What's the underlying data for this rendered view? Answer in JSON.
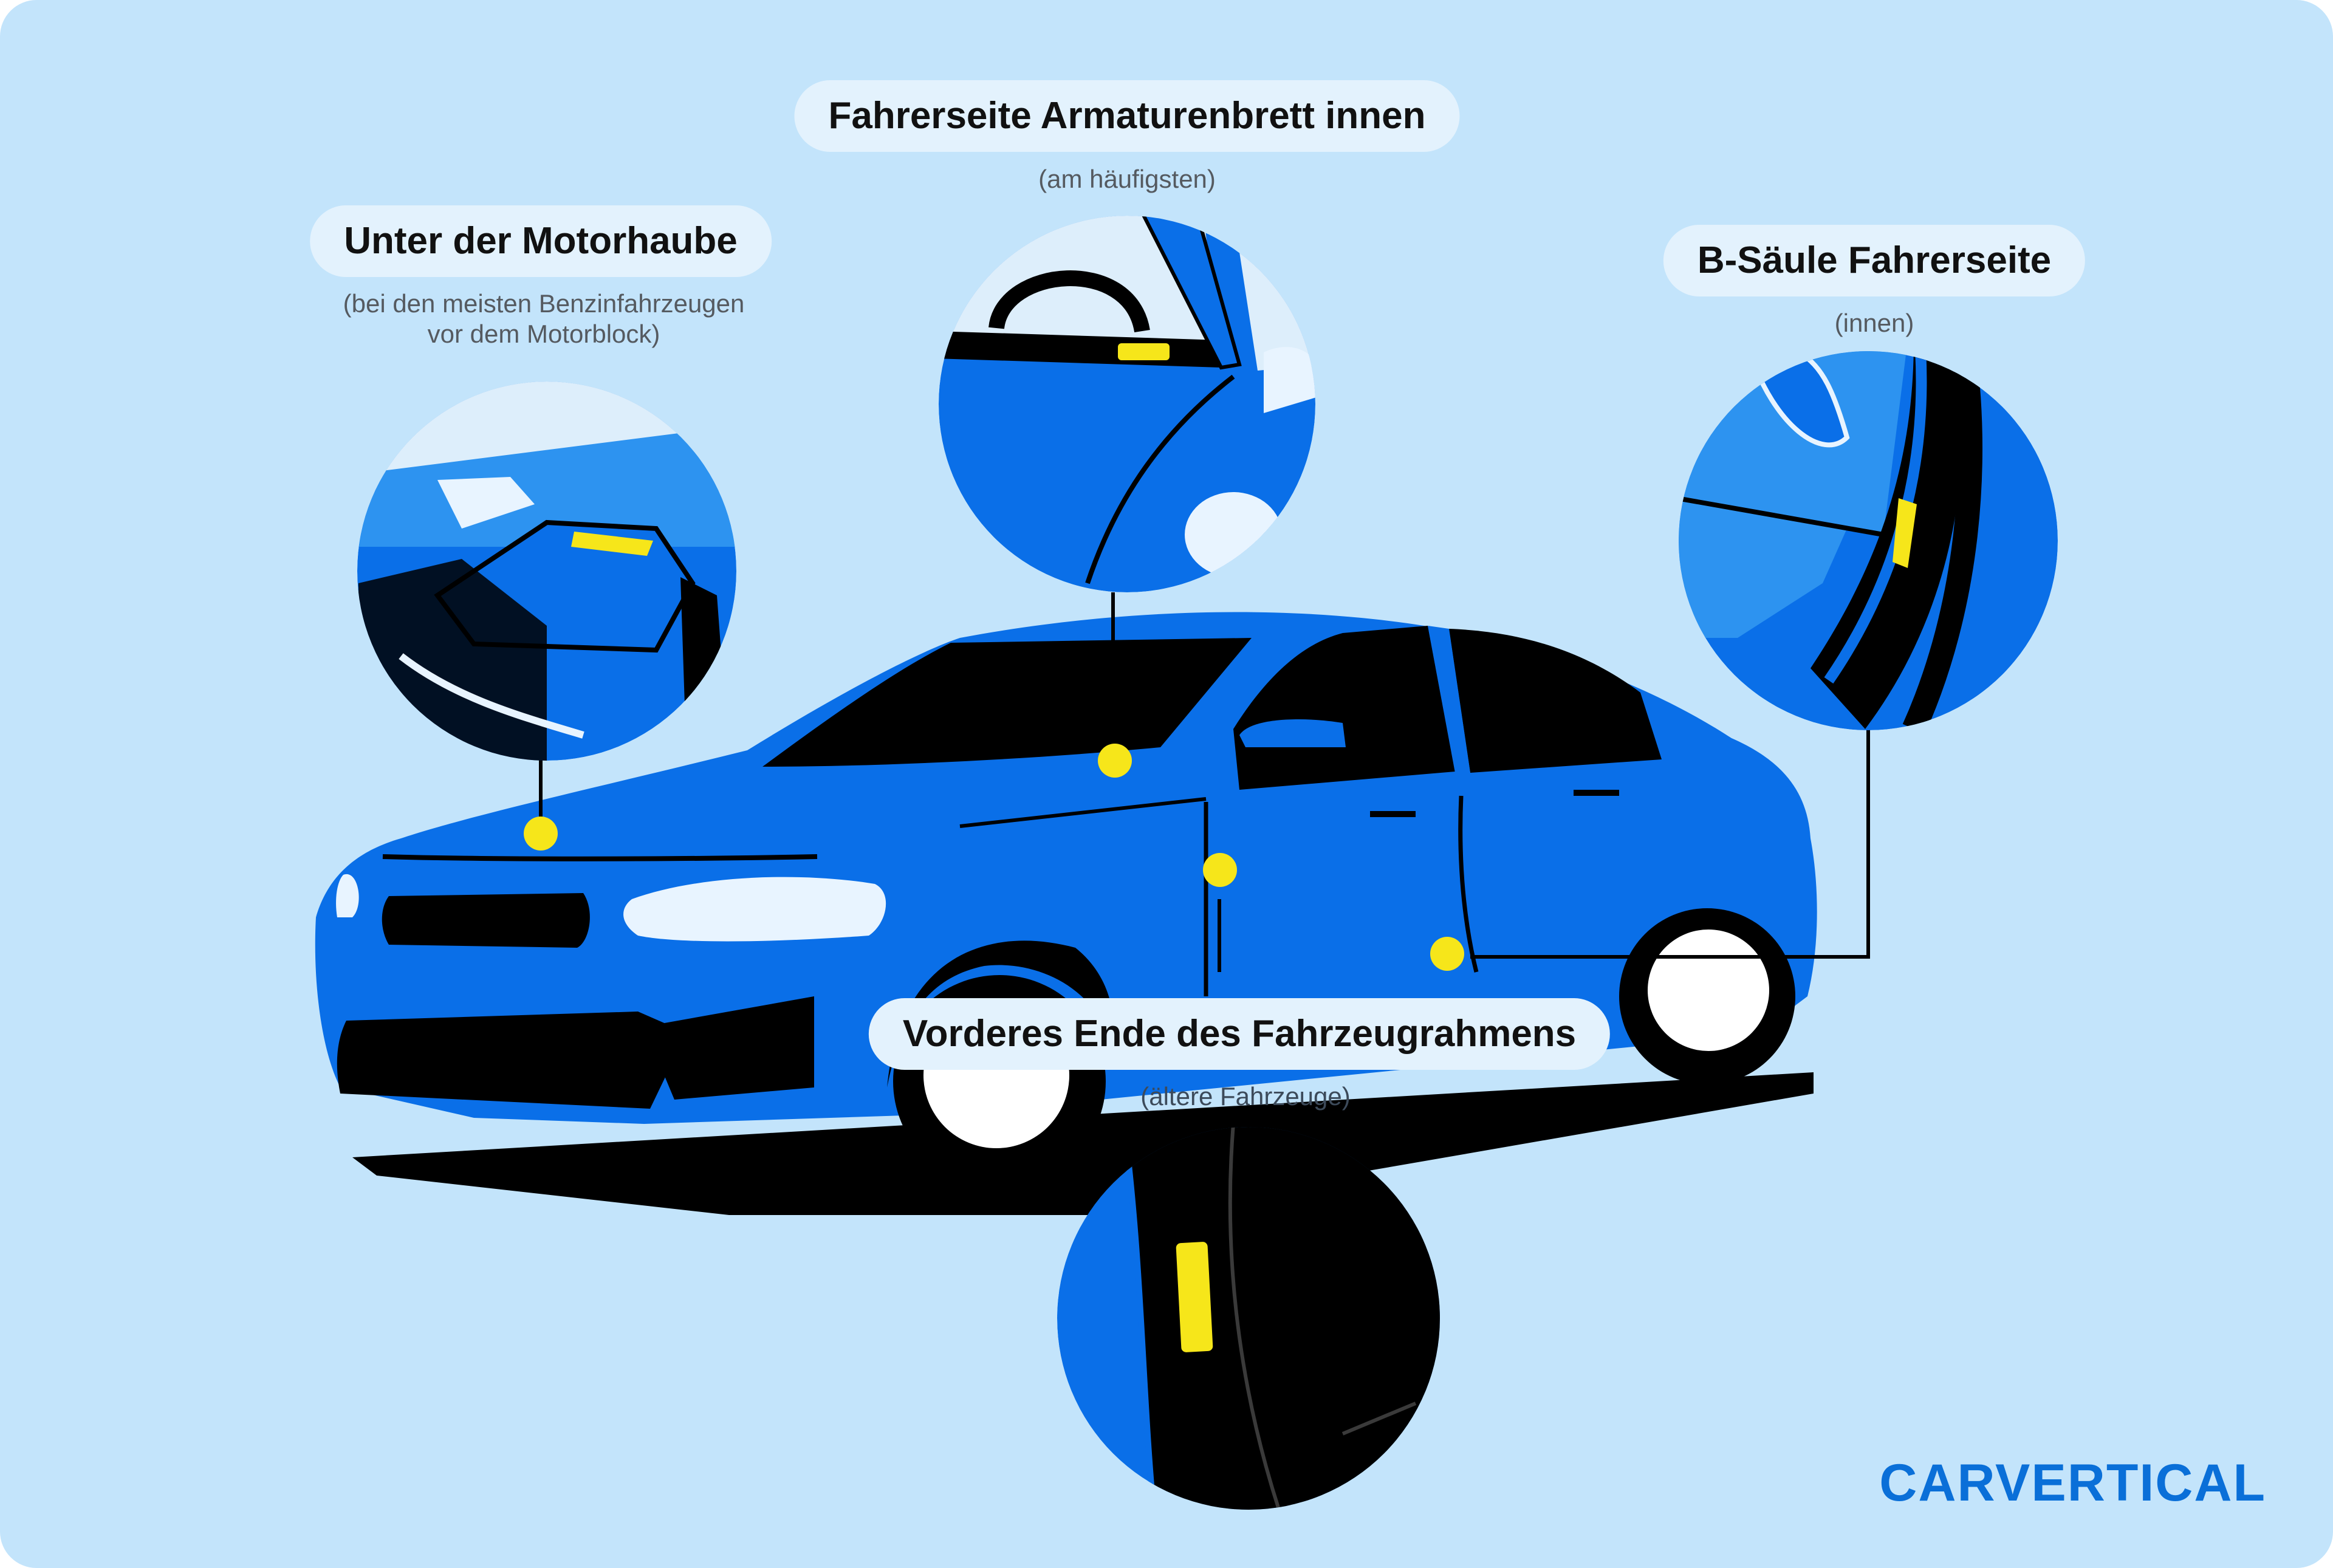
{
  "callouts": {
    "dashboard": {
      "title": "Fahrerseite Armaturenbrett innen",
      "note": "(am häufigsten)"
    },
    "hood": {
      "title": "Unter der Motorhaube",
      "note_line1": "(bei den meisten Benzinfahrzeugen",
      "note_line2": "vor dem Motorblock)"
    },
    "bpillar": {
      "title": "B-Säule Fahrerseite",
      "note": "(innen)"
    },
    "frame": {
      "title": "Vorderes Ende des Fahrzeugrahmens",
      "note": "(ältere Fahrzeuge)"
    }
  },
  "brand": {
    "logo": "CARVERTICAL"
  },
  "colors": {
    "background": "#c3e4fb",
    "car_blue": "#0a6fe8",
    "marker_yellow": "#f6e61a",
    "label_pill": "#e3f2fd"
  }
}
